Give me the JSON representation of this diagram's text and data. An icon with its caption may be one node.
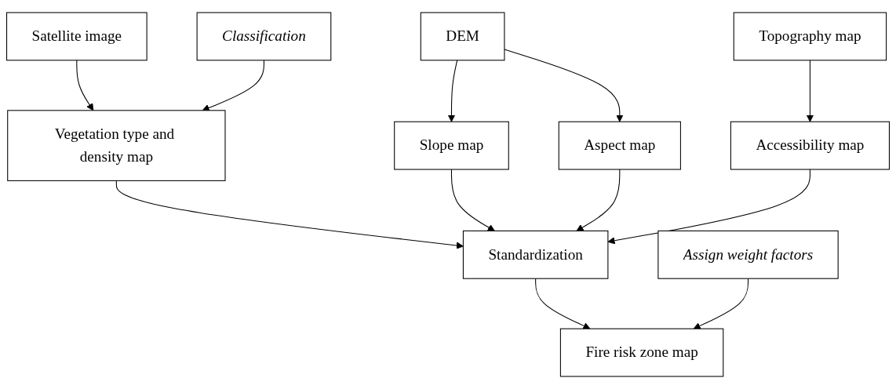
{
  "diagram": {
    "nodes": [
      {
        "text": [
          "Satellite image"
        ]
      },
      {
        "text": [
          "DEM"
        ]
      },
      {
        "text": [
          "Topography map"
        ]
      },
      {
        "text": [
          "Classification"
        ]
      },
      {
        "text": [
          "Vegetation type and density map"
        ]
      },
      {
        "text": [
          "Slope map"
        ]
      },
      {
        "text": [
          "Aspect map"
        ]
      },
      {
        "text": [
          "Accessibility map"
        ]
      },
      {
        "text": [
          "Standardization"
        ]
      },
      {
        "text": [
          "Assign weight factors"
        ]
      },
      {
        "text": [
          "Fire risk zone map"
        ]
      }
    ],
    "edges": [
      {
        "from": 0,
        "to": 4,
        "arrow": "to"
      },
      {
        "from": 3,
        "to": 4,
        "arrow": "to"
      },
      {
        "from": 1,
        "to": 5,
        "arrow": "to"
      },
      {
        "from": 1,
        "to": 6,
        "arrow": "to"
      },
      {
        "from": 2,
        "to": 7,
        "arrow": "to"
      },
      {
        "from": 4,
        "to": 8,
        "arrow": "to"
      },
      {
        "from": 5,
        "to": 8,
        "arrow": "to"
      },
      {
        "from": 6,
        "to": 8,
        "arrow": "to"
      },
      {
        "from": 7,
        "to": 8,
        "arrow": "to"
      },
      {
        "from": 8,
        "to": 10,
        "arrow": "to"
      },
      {
        "from": 9,
        "to": 10,
        "arrow": "to"
      }
    ]
  }
}
